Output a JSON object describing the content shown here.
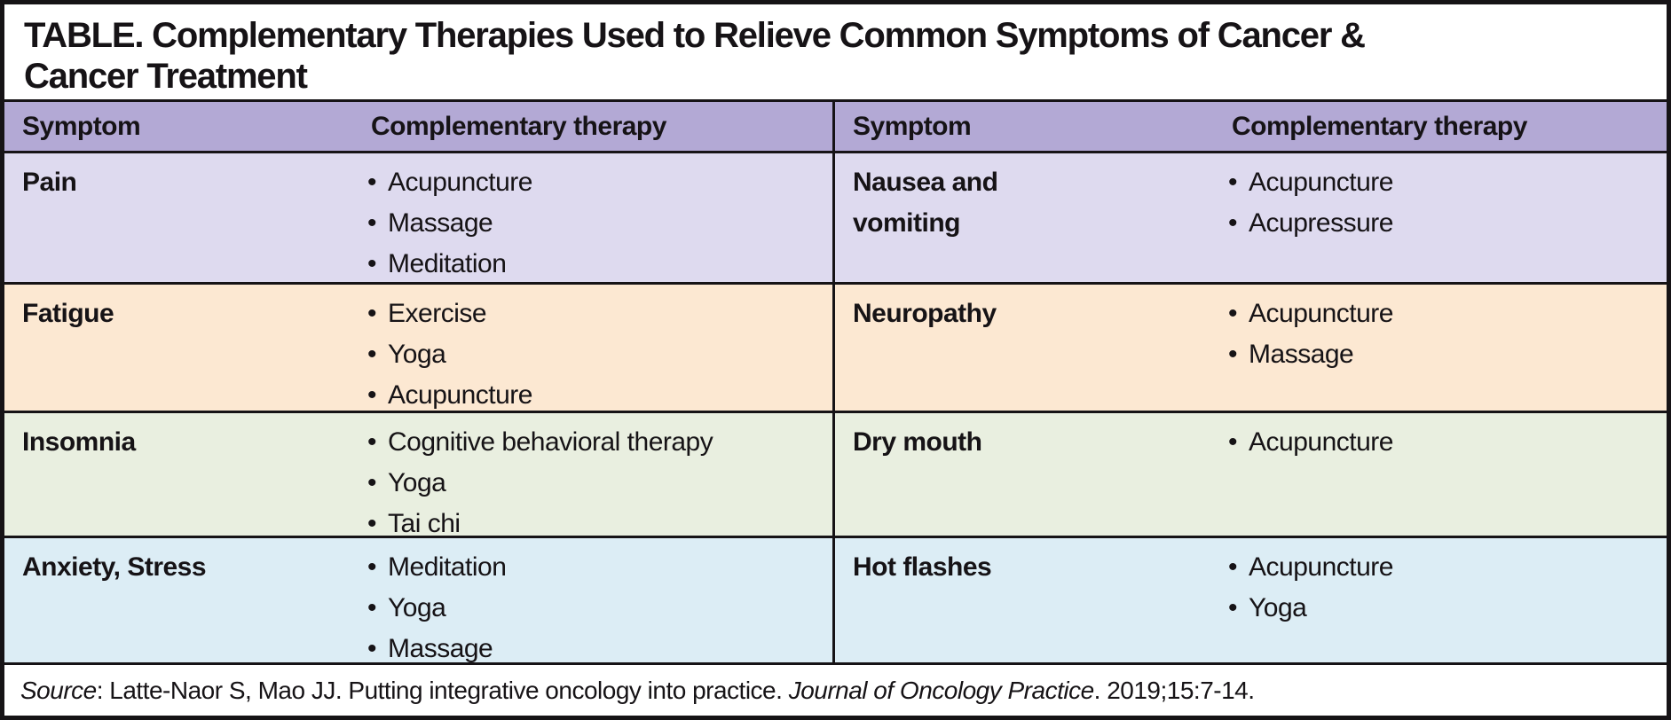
{
  "table": {
    "title_line1": "TABLE. Complementary Therapies Used to Relieve Common Symptoms of Cancer &",
    "title_line2": "Cancer Treatment",
    "headers": {
      "symptom": "Symptom",
      "therapy": "Complementary therapy"
    },
    "rows": [
      {
        "left": {
          "symptom": "Pain",
          "therapies": [
            "Acupuncture",
            "Massage",
            "Meditation"
          ]
        },
        "right": {
          "symptom": "Nausea and\nvomiting",
          "therapies": [
            "Acupuncture",
            "Acupressure"
          ]
        }
      },
      {
        "left": {
          "symptom": "Fatigue",
          "therapies": [
            "Exercise",
            "Yoga",
            "Acupuncture"
          ]
        },
        "right": {
          "symptom": "Neuropathy",
          "therapies": [
            "Acupuncture",
            "Massage"
          ]
        }
      },
      {
        "left": {
          "symptom": "Insomnia",
          "therapies": [
            "Cognitive behavioral therapy",
            "Yoga",
            "Tai chi"
          ]
        },
        "right": {
          "symptom": "Dry mouth",
          "therapies": [
            "Acupuncture"
          ]
        }
      },
      {
        "left": {
          "symptom": "Anxiety, Stress",
          "therapies": [
            "Meditation",
            "Yoga",
            "Massage"
          ]
        },
        "right": {
          "symptom": "Hot flashes",
          "therapies": [
            "Acupuncture",
            "Yoga"
          ]
        }
      }
    ],
    "source_segments": [
      {
        "text": "Source",
        "italic": true
      },
      {
        "text": ": Latte-Naor S, Mao JJ. Putting integrative oncology into practice. ",
        "italic": false
      },
      {
        "text": "Journal of Oncology Practice",
        "italic": true
      },
      {
        "text": ". 2019;15:7-14.",
        "italic": false
      }
    ],
    "icons": {
      "bullet": "•"
    },
    "colors": {
      "header_bg": "#b3a9d5",
      "row_colors": [
        "#dedaef",
        "#fce8d2",
        "#e9efe0",
        "#dcedf5"
      ],
      "border": "#161316",
      "text": "#161316",
      "title_bg": "#ffffff",
      "source_bg": "#ffffff"
    }
  }
}
